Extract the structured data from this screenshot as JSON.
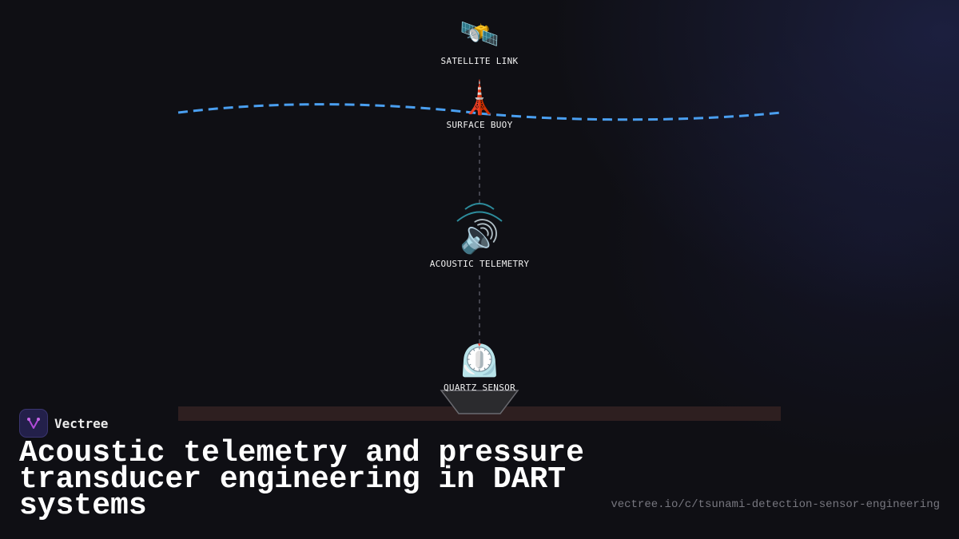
{
  "diagram": {
    "nodes": [
      {
        "id": "satellite",
        "label": "SATELLITE LINK",
        "icon": "satellite-icon",
        "glyph": "🛰️"
      },
      {
        "id": "buoy",
        "label": "SURFACE BUOY",
        "icon": "tower-icon",
        "glyph": "🗼"
      },
      {
        "id": "acoustic",
        "label": "ACOUSTIC TELEMETRY",
        "icon": "speaker-icon",
        "glyph": "🔊"
      },
      {
        "id": "sensor",
        "label": "QUARTZ SENSOR",
        "icon": "timer-clock-icon",
        "glyph": "⏲️"
      }
    ],
    "colors": {
      "sea_surface": "#4a9ff0",
      "acoustic_wave": "#2d8c9c",
      "seafloor": "#2e1f20",
      "sensor_mount": "#2b2b2e",
      "link_line": "#555560"
    }
  },
  "brand": {
    "name": "Vectree",
    "logo_color": "#b04ad8"
  },
  "title": "Acoustic telemetry and pressure transducer engineering in DART systems",
  "url": "vectree.io/c/tsunami-detection-sensor-engineering"
}
